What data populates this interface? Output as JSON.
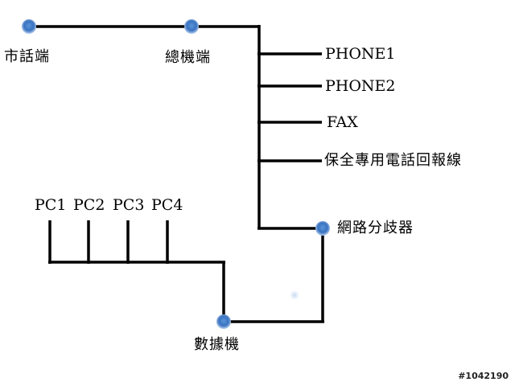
{
  "colors": {
    "wire": "#000000",
    "node": "#3b78c4",
    "node_center": "#2d5fb0",
    "background": "#ffffff"
  },
  "nodes": {
    "city_line": "市話端",
    "pbx": "總機端",
    "network_switch": "網路分歧器",
    "modem": "數據機"
  },
  "pbx_outputs": [
    "PHONE1",
    "PHONE2",
    "FAX",
    "保全專用電話回報線"
  ],
  "pcs": [
    "PC1",
    "PC2",
    "PC3",
    "PC4"
  ],
  "watermark": "#1042190"
}
